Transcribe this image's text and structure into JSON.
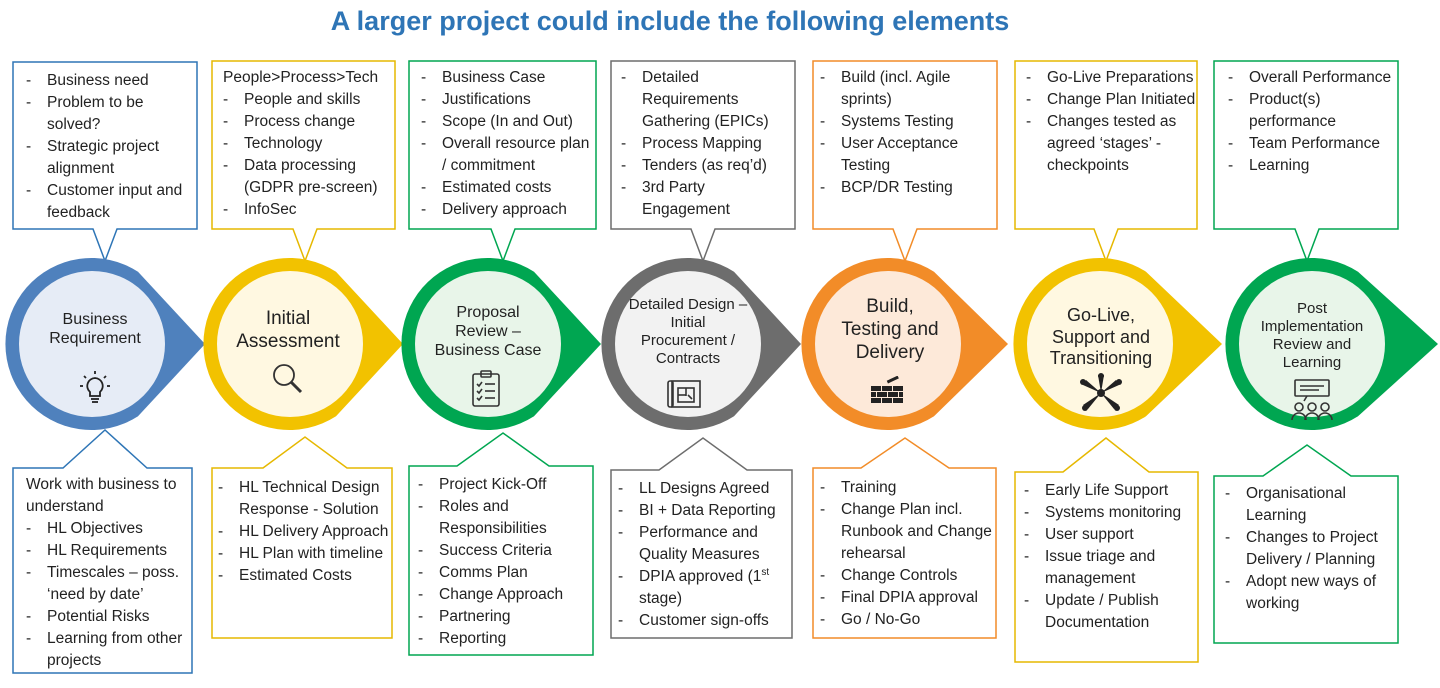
{
  "title": "A larger project could include the following elements",
  "stages": [
    {
      "name": "Business Requirement",
      "color": "#4F81BD",
      "icon": "lightbulb-icon",
      "top": {
        "lead": "",
        "items": [
          "Business need",
          "Problem to be solved?",
          "Strategic project alignment",
          "Customer input and feedback"
        ]
      },
      "bottom": {
        "lead": "Work with business to understand",
        "items": [
          "HL Objectives",
          "HL Requirements",
          "Timescales – poss. ‘need by date’",
          "Potential Risks",
          "Learning from other projects"
        ]
      }
    },
    {
      "name": "Initial Assessment",
      "color": "#F2C200",
      "icon": "magnifier-icon",
      "top": {
        "lead": "People>Process>Tech",
        "items": [
          "People and skills",
          "Process change",
          "Technology",
          "Data processing (GDPR pre-screen)",
          "InfoSec"
        ]
      },
      "bottom": {
        "lead": "",
        "items": [
          "HL Technical Design Response - Solution",
          "HL Delivery Approach",
          "HL Plan with timeline",
          "Estimated Costs"
        ]
      }
    },
    {
      "name": "Proposal Review – Business Case",
      "color": "#00A651",
      "icon": "checklist-icon",
      "top": {
        "lead": "",
        "items": [
          "Business Case",
          "Justifications",
          "Scope (In and Out)",
          "Overall resource plan / commitment",
          "Estimated costs",
          "Delivery approach"
        ]
      },
      "bottom": {
        "lead": "",
        "items": [
          "Project Kick-Off",
          "Roles and Responsibilities",
          "Success Criteria",
          "Comms Plan",
          "Change Approach",
          "Partnering",
          "Reporting"
        ]
      }
    },
    {
      "name": "Detailed Design – Initial Procurement / Contracts",
      "color": "#6D6D6D",
      "icon": "blueprint-icon",
      "top": {
        "lead": "",
        "items": [
          "Detailed Requirements Gathering (EPICs)",
          "Process Mapping",
          "Tenders (as req’d)",
          "3rd Party Engagement"
        ]
      },
      "bottom": {
        "lead": "",
        "items": [
          "LL Designs Agreed",
          "BI + Data Reporting",
          "Performance and Quality Measures",
          "DPIA approved (1st stage)",
          "Customer sign-offs"
        ]
      }
    },
    {
      "name": "Build, Testing and Delivery",
      "color": "#F28C28",
      "icon": "brick-wall-icon",
      "top": {
        "lead": "",
        "items": [
          "Build (incl. Agile sprints)",
          "Systems Testing",
          "User Acceptance Testing",
          "BCP/DR Testing"
        ]
      },
      "bottom": {
        "lead": "",
        "items": [
          "Training",
          "Change Plan incl. Runbook and Change rehearsal",
          "Change Controls",
          "Final DPIA approval",
          "Go / No-Go"
        ]
      }
    },
    {
      "name": "Go-Live, Support and Transitioning",
      "color": "#F2C200",
      "icon": "team-hands-icon",
      "top": {
        "lead": "",
        "items": [
          "Go-Live Preparations",
          "Change Plan Initiated",
          "Changes tested as agreed ‘stages’ - checkpoints"
        ]
      },
      "bottom": {
        "lead": "",
        "items": [
          "Early Life Support",
          "Systems monitoring",
          "User support",
          "Issue triage and management",
          "Update / Publish Documentation"
        ]
      }
    },
    {
      "name": "Post Implementation Review and Learning",
      "color": "#00A651",
      "icon": "presentation-people-icon",
      "top": {
        "lead": "",
        "items": [
          "Overall Performance",
          "Product(s) performance",
          "Team Performance",
          "Learning"
        ]
      },
      "bottom": {
        "lead": "",
        "items": [
          "Organisational Learning",
          "Changes to Project Delivery / Planning",
          "Adopt new ways of working"
        ]
      }
    }
  ]
}
